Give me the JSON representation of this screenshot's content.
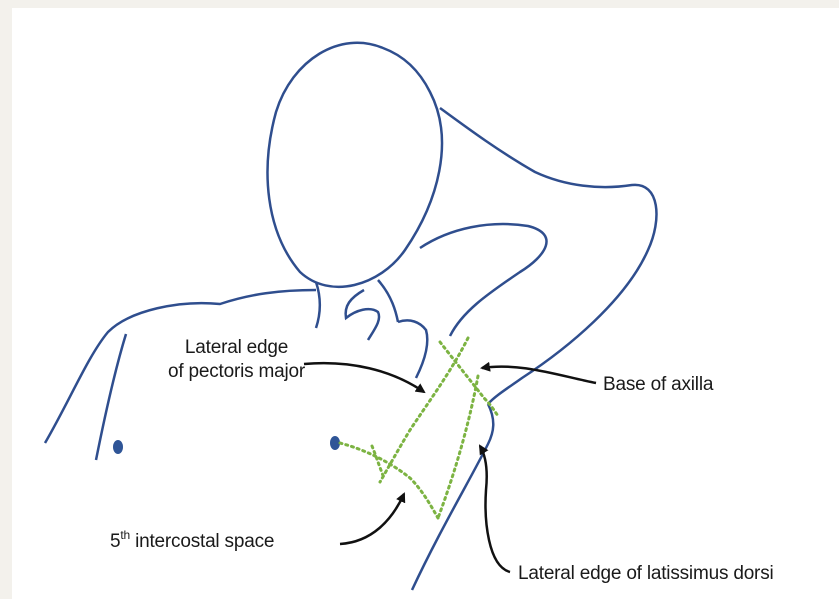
{
  "labels": {
    "pectoralis_line1": "Lateral edge",
    "pectoralis_line2": "of pectoris major",
    "axilla": "Base of axilla",
    "intercostal_number": "5",
    "intercostal_suffix": "th",
    "intercostal_rest": " intercostal space",
    "latissimus": "Lateral edge of latissimus dorsi"
  },
  "colors": {
    "outline": "#2f4e8e",
    "nipple": "#2f5597",
    "dotted_marking": "#7cb342",
    "arrow": "#111111",
    "background": "#ffffff",
    "border": "#f3f1ec"
  }
}
